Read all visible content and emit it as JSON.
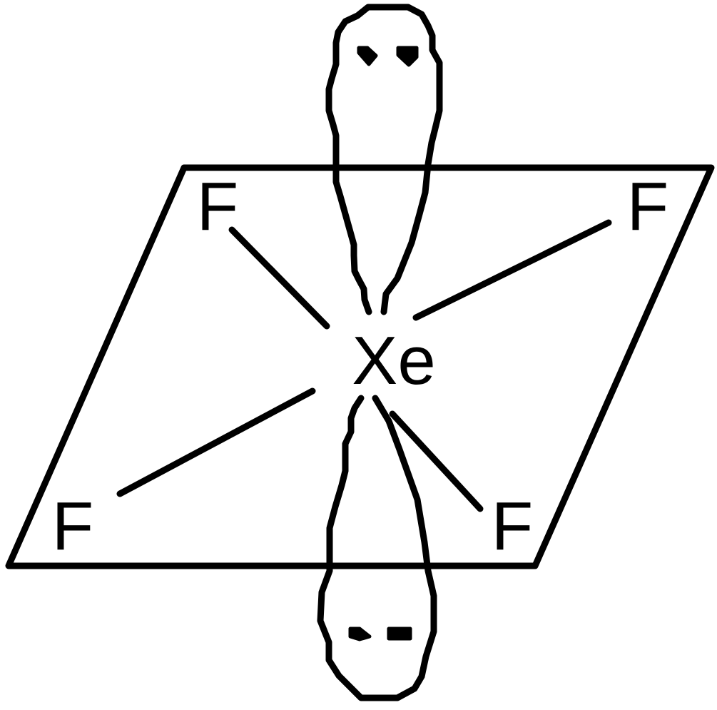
{
  "diagram": {
    "central_atom": "Xe",
    "ligands": [
      "F",
      "F",
      "F",
      "F"
    ],
    "lone_pairs": 2,
    "colors": {
      "line": "#000000",
      "background": "#ffffff"
    }
  }
}
